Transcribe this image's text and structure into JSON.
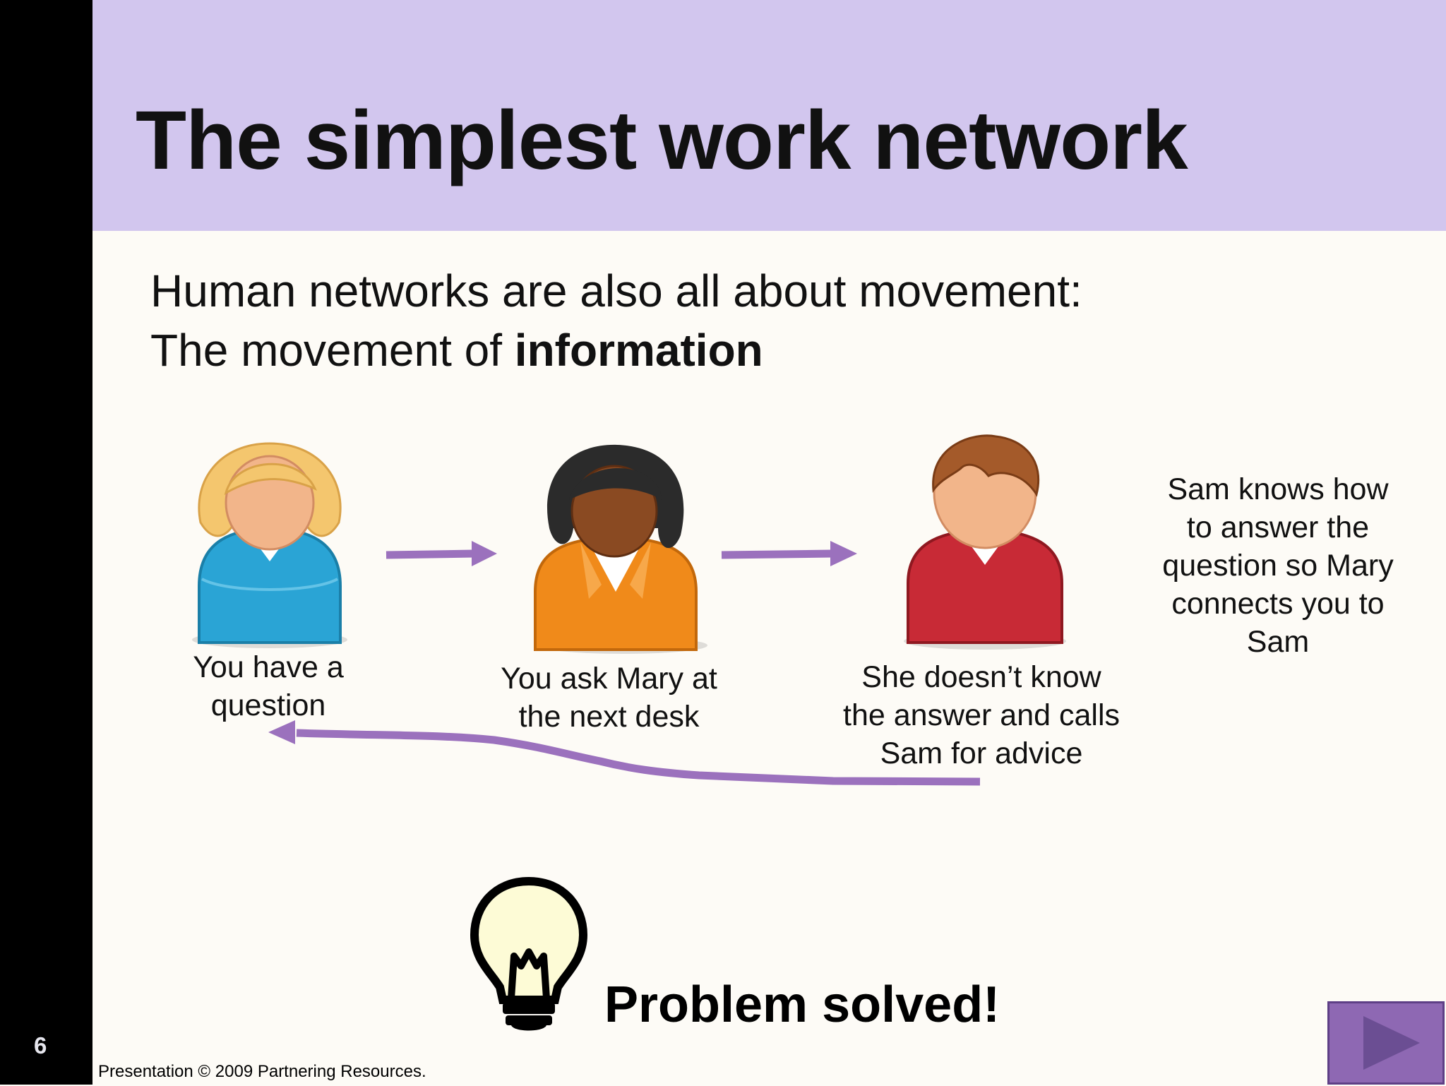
{
  "slide": {
    "number": "6",
    "title": "The simplest work network",
    "intro": {
      "line1": "Human networks are also all about movement:",
      "line2_prefix": "The movement of ",
      "line2_bold": "information"
    }
  },
  "people": [
    {
      "name": "person-you",
      "icon": "woman-blue-user-icon",
      "caption_line1": "You have a",
      "caption_line2": "question"
    },
    {
      "name": "person-mary",
      "icon": "woman-orange-user-icon",
      "caption_line1": "You ask Mary at",
      "caption_line2": "the next desk"
    },
    {
      "name": "person-sam",
      "icon": "man-red-user-icon",
      "caption_line1": "She doesn’t know",
      "caption_line2": "the answer and calls",
      "caption_line3": "Sam for advice"
    }
  ],
  "side_note": {
    "lines": [
      "Sam knows how",
      "to answer the",
      "question so Mary",
      "connects you to",
      "Sam"
    ]
  },
  "result": {
    "icon": "lightbulb-icon",
    "text": "Problem solved!"
  },
  "footer": "Presentation © 2009 Partnering Resources.",
  "navigation": {
    "next_icon": "play-next-icon"
  },
  "colors": {
    "title_band": "#d2c6ee",
    "arrow": "#9b71bd",
    "next_button": "#8e68b3"
  }
}
